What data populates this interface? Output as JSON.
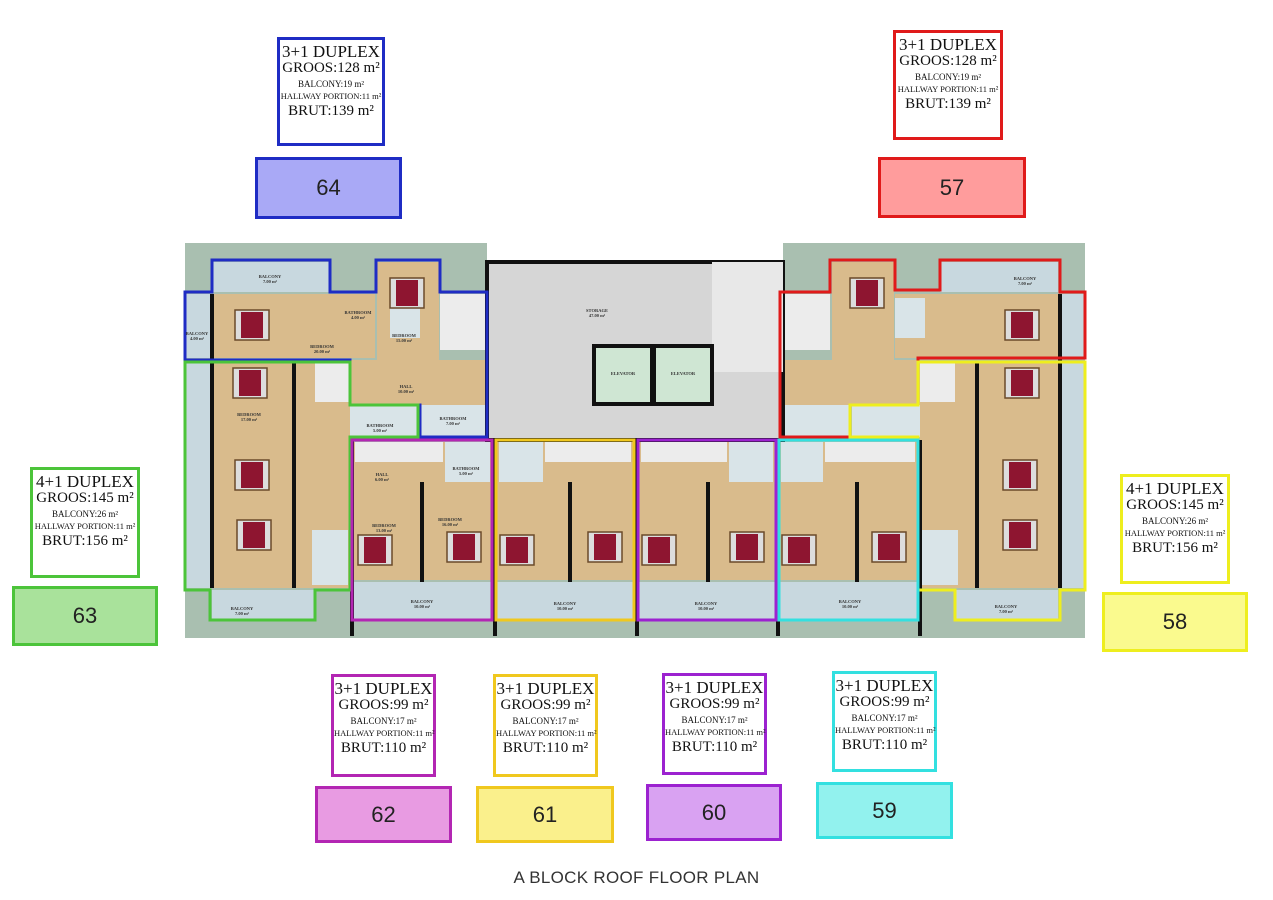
{
  "title": "A BLOCK ROOF FLOOR PLAN",
  "units": [
    {
      "number": "64",
      "type": "3+1 DUPLEX",
      "groos": "GROOS:128 m²",
      "balcony": "BALCONY:19 m²",
      "hallway": "HALLWAY PORTION:11 m²",
      "brut": "BRUT:139 m²",
      "color": "#1f2cc4",
      "fill": "#a9a9f6"
    },
    {
      "number": "57",
      "type": "3+1 DUPLEX",
      "groos": "GROOS:128 m²",
      "balcony": "BALCONY:19 m²",
      "hallway": "HALLWAY PORTION:11 m²",
      "brut": "BRUT:139 m²",
      "color": "#e01a1a",
      "fill": "#ff9c9c"
    },
    {
      "number": "63",
      "type": "4+1 DUPLEX",
      "groos": "GROOS:145 m²",
      "balcony": "BALCONY:26 m²",
      "hallway": "HALLWAY PORTION:11 m²",
      "brut": "BRUT:156 m²",
      "color": "#4cc43a",
      "fill": "#a9e29b"
    },
    {
      "number": "58",
      "type": "4+1 DUPLEX",
      "groos": "GROOS:145 m²",
      "balcony": "BALCONY:26 m²",
      "hallway": "HALLWAY PORTION:11 m²",
      "brut": "BRUT:156 m²",
      "color": "#eeee1e",
      "fill": "#fafa8e"
    },
    {
      "number": "62",
      "type": "3+1 DUPLEX",
      "groos": "GROOS:99 m²",
      "balcony": "BALCONY:17 m²",
      "hallway": "HALLWAY PORTION:11 m²",
      "brut": "BRUT:110 m²",
      "color": "#b326b3",
      "fill": "#e89be2"
    },
    {
      "number": "61",
      "type": "3+1 DUPLEX",
      "groos": "GROOS:99 m²",
      "balcony": "BALCONY:17 m²",
      "hallway": "HALLWAY PORTION:11 m²",
      "brut": "BRUT:110 m²",
      "color": "#f0c81e",
      "fill": "#faf08c"
    },
    {
      "number": "60",
      "type": "3+1 DUPLEX",
      "groos": "GROOS:99 m²",
      "balcony": "BALCONY:17 m²",
      "hallway": "HALLWAY PORTION:11 m²",
      "brut": "BRUT:110 m²",
      "color": "#9c22d0",
      "fill": "#d9a2f2"
    },
    {
      "number": "59",
      "type": "3+1 DUPLEX",
      "groos": "GROOS:99 m²",
      "balcony": "BALCONY:17 m²",
      "hallway": "HALLWAY PORTION:11 m²",
      "brut": "BRUT:110 m²",
      "color": "#33e0e0",
      "fill": "#92f2ee"
    }
  ],
  "rooms": [
    {
      "label": "STORAGE",
      "area": "47.00 m²"
    },
    {
      "label": "ELEVATOR",
      "area": ""
    },
    {
      "label": "ELEVATOR",
      "area": ""
    },
    {
      "label": "BALCONY",
      "area": "7.00 m²"
    },
    {
      "label": "BALCONY",
      "area": "4.00 m²"
    },
    {
      "label": "BEDROOM",
      "area": "20.00 m²"
    },
    {
      "label": "BATHROOM",
      "area": "4.00 m²"
    },
    {
      "label": "BEDROOM",
      "area": "15.00 m²"
    },
    {
      "label": "HALL",
      "area": "10.00 m²"
    },
    {
      "label": "BATHROOM",
      "area": "7.00 m²"
    },
    {
      "label": "BEDROOM",
      "area": "17.00 m²"
    },
    {
      "label": "BATHROOM",
      "area": "5.00 m²"
    },
    {
      "label": "HALL",
      "area": "6.00 m²"
    },
    {
      "label": "BATHROOM",
      "area": "5.00 m²"
    },
    {
      "label": "BEDROOM",
      "area": "13.00 m²"
    },
    {
      "label": "BEDROOM",
      "area": "16.00 m²"
    },
    {
      "label": "BALCONY",
      "area": "10.00 m²"
    },
    {
      "label": "BALCONY",
      "area": "10.00 m²"
    },
    {
      "label": "BALCONY",
      "area": "10.00 m²"
    },
    {
      "label": "BALCONY",
      "area": "10.00 m²"
    },
    {
      "label": "BALCONY",
      "area": "7.00 m²"
    },
    {
      "label": "BALCONY",
      "area": "7.00 m²"
    },
    {
      "label": "BALCONY",
      "area": "7.00 m²"
    }
  ]
}
